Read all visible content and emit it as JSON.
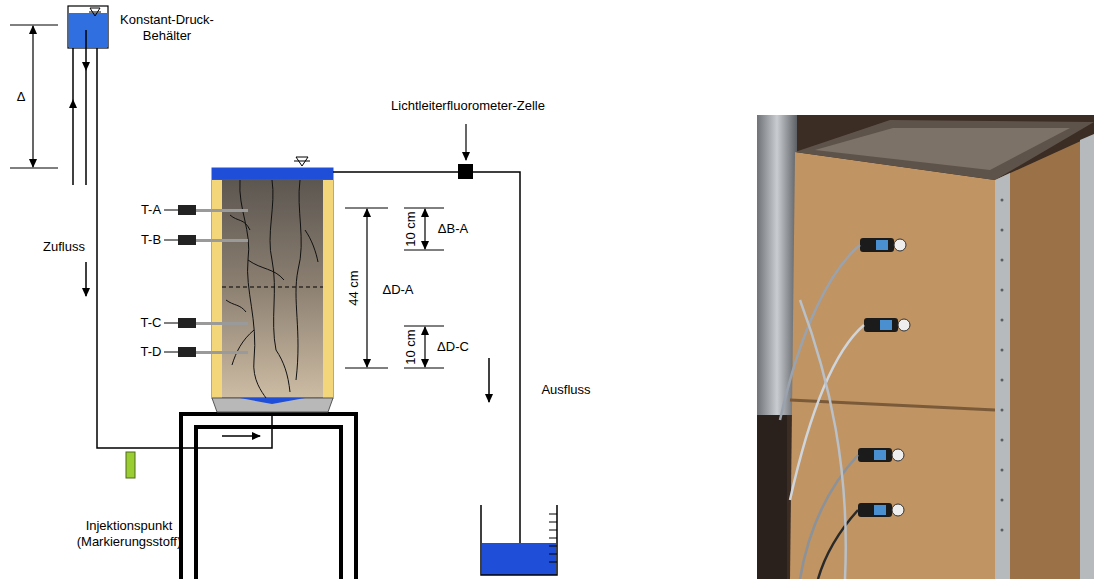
{
  "diagram": {
    "labels": [
      "Δ",
      "Konstant-Druck-Behälter",
      "T-A",
      "T-B",
      "T-C",
      "T-D",
      "Zufluss",
      "Injektionspunkt (Markierungsstoff)",
      "Lichtleiterfluorometer-Zelle",
      "44 cm",
      "ΔD-A",
      "10 cm",
      "ΔB-A",
      "10 cm",
      "ΔD-C",
      "Ausfluss"
    ]
  }
}
